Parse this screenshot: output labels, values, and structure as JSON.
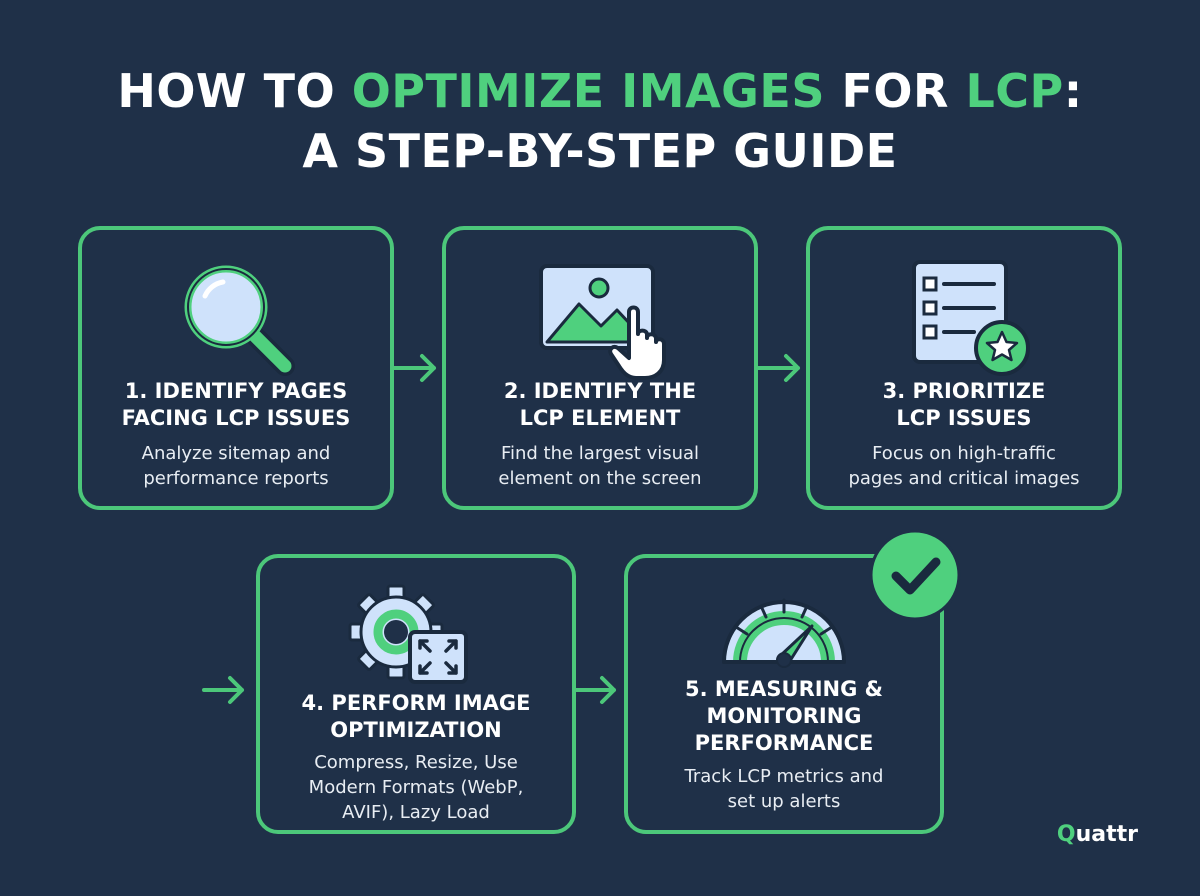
{
  "header": {
    "line1_part1": "HOW TO ",
    "line1_highlight1": "OPTIMIZE IMAGES",
    "line1_part2": " FOR ",
    "line1_highlight2": "LCP",
    "line1_part3": ":",
    "line2": "A STEP-BY-STEP GUIDE"
  },
  "steps": [
    {
      "title": "1. IDENTIFY PAGES\nFACING LCP ISSUES",
      "description": "Analyze sitemap and\nperformance reports",
      "icon": "magnifying-glass-icon"
    },
    {
      "title": "2. IDENTIFY THE\nLCP ELEMENT",
      "description": "Find the largest visual\nelement on the screen",
      "icon": "image-click-icon"
    },
    {
      "title": "3. PRIORITIZE\nLCP ISSUES",
      "description": "Focus on high-traffic\npages and critical images",
      "icon": "checklist-star-icon"
    },
    {
      "title": "4. PERFORM IMAGE\nOPTIMIZATION",
      "description": "Compress, Resize, Use\nModern Formats (WebP,\nAVIF), Lazy Load",
      "icon": "gear-resize-icon"
    },
    {
      "title": "5. MEASURING &\nMONITORING\nPERFORMANCE",
      "description": "Track LCP metrics and\nset up alerts",
      "icon": "speedometer-icon"
    }
  ],
  "logo": {
    "first_letter": "Q",
    "rest": "uattr"
  },
  "colors": {
    "background": "#1f3048",
    "accent": "#4fd07e",
    "text": "#ffffff",
    "icon_fill": "#cfe2fb"
  }
}
